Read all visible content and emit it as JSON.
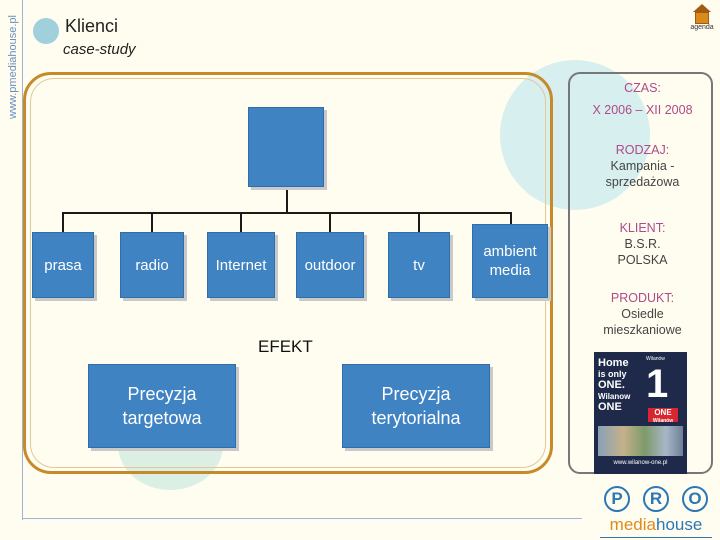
{
  "header": {
    "vertical_url": "www.pmediahouse.pl",
    "title": "Klienci",
    "subtitle": "case-study",
    "agenda_label": "agenda",
    "agenda_icon": "home-icon"
  },
  "diagram": {
    "root_label": "",
    "channels": [
      {
        "label": "prasa"
      },
      {
        "label": "radio"
      },
      {
        "label": "Internet"
      },
      {
        "label": "outdoor"
      },
      {
        "label": "tv"
      },
      {
        "label": "ambient media"
      }
    ],
    "efekt_label": "EFEKT",
    "effects": [
      {
        "label": "Precyzja targetowa"
      },
      {
        "label": "Precyzja terytorialna"
      }
    ],
    "box_color": "#3f83c3",
    "frame_color": "#c78a2b"
  },
  "sidebar": {
    "czas_label": "CZAS:",
    "czas_value": "X 2006 – XII 2008",
    "rodzaj_label": "RODZAJ:",
    "rodzaj_value_1": "Kampania -",
    "rodzaj_value_2": "sprzedażowa",
    "klient_label": "KLIENT:",
    "klient_value_1": "B.S.R.",
    "klient_value_2": "POLSKA",
    "produkt_label": "PRODUKT:",
    "produkt_value_1": "Osiedle",
    "produkt_value_2": "mieszkaniowe",
    "label_color": "#b04a8a"
  },
  "billboard": {
    "headline_1": "Home",
    "headline_2": "is only",
    "headline_3": "ONE.",
    "headline_4": "Wilanow",
    "headline_5": "ONE",
    "brand": "Wilanów",
    "number": "1",
    "badge_1": "ONE",
    "badge_2": "Wilanów",
    "url": "www.wilanow-one.pl"
  },
  "logo": {
    "letters": [
      "P",
      "R",
      "O"
    ],
    "word_a": "media",
    "word_b": "house"
  }
}
